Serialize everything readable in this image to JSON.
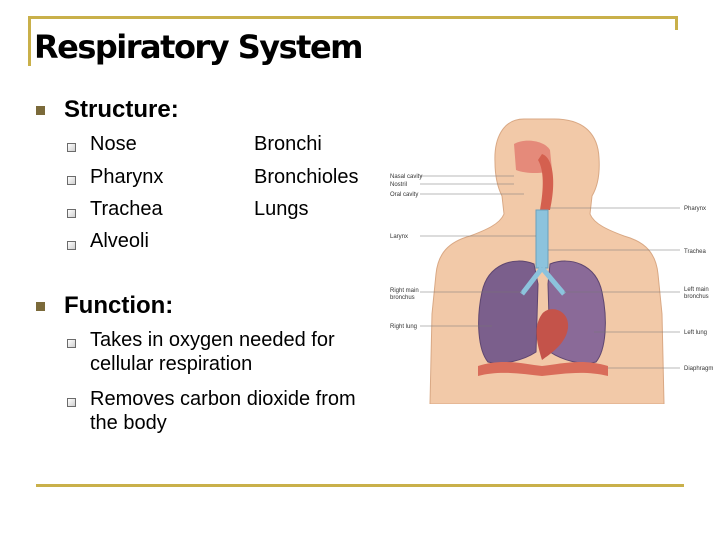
{
  "slide": {
    "title": "Respiratory System",
    "structure": {
      "heading": "Structure:",
      "col1": [
        "Nose",
        "Pharynx",
        "Trachea",
        "Alveoli"
      ],
      "col2": [
        "Bronchi",
        "Bronchioles",
        "Lungs"
      ]
    },
    "function": {
      "heading": "Function:",
      "items": [
        [
          "Takes in oxygen needed for",
          "cellular respiration"
        ],
        [
          "Removes carbon dioxide from",
          "the body"
        ]
      ]
    }
  },
  "diagram": {
    "labels_left": [
      "Nasal cavity",
      "Nostril",
      "Oral cavity",
      "Larynx",
      "Right main",
      "bronchus",
      "Right lung"
    ],
    "labels_right": [
      "Pharynx",
      "Trachea",
      "Left main",
      "bronchus",
      "Left lung",
      "Diaphragm"
    ]
  },
  "colors": {
    "accent": "#c9b04a",
    "bullet": "#7b6a3a",
    "skin": "#f2c9a8",
    "lung_right": "#7b5f8c",
    "lung_left": "#8a6a98",
    "diaphragm": "#d96c5a"
  }
}
